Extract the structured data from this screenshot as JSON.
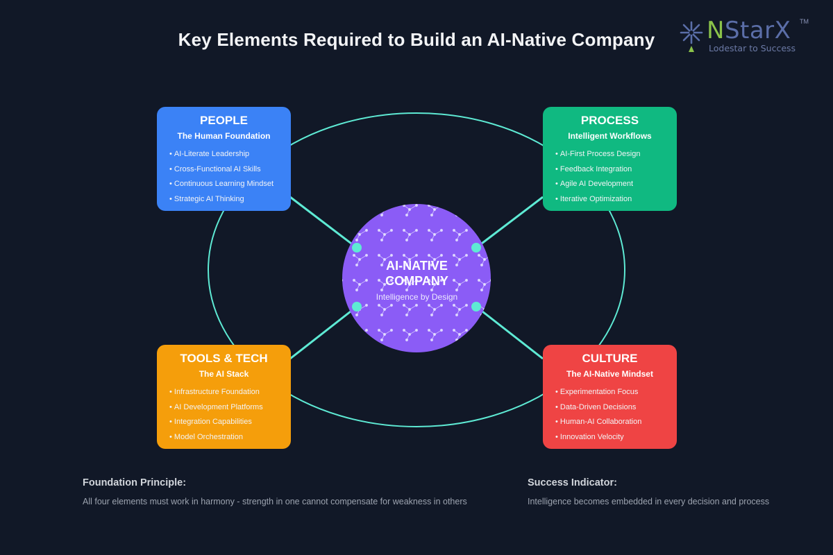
{
  "title": "Key Elements Required to Build an AI-Native Company",
  "logo": {
    "name_first": "N",
    "name_rest": "StarX",
    "trademark": "TM",
    "tagline": "Lodestar to Success"
  },
  "center": {
    "title_line1": "AI-NATIVE",
    "title_line2": "COMPANY",
    "subtitle": "Intelligence by Design"
  },
  "cards": {
    "people": {
      "title": "PEOPLE",
      "subtitle": "The Human Foundation",
      "color": "#3b82f6",
      "items": [
        "AI-Literate Leadership",
        "Cross-Functional AI Skills",
        "Continuous Learning Mindset",
        "Strategic AI Thinking"
      ]
    },
    "process": {
      "title": "PROCESS",
      "subtitle": "Intelligent Workflows",
      "color": "#10b981",
      "items": [
        "AI-First Process Design",
        "Feedback Integration",
        "Agile AI Development",
        "Iterative Optimization"
      ]
    },
    "tools": {
      "title": "TOOLS & TECH",
      "subtitle": "The AI Stack",
      "color": "#f59e0b",
      "items": [
        "Infrastructure Foundation",
        "AI Development Platforms",
        "Integration Capabilities",
        "Model Orchestration"
      ]
    },
    "culture": {
      "title": "CULTURE",
      "subtitle": "The AI-Native Mindset",
      "color": "#ef4444",
      "items": [
        "Experimentation Focus",
        "Data-Driven Decisions",
        "Human-AI Collaboration",
        "Innovation Velocity"
      ]
    }
  },
  "footer": {
    "left": {
      "heading": "Foundation Principle:",
      "text": "All four elements must work in harmony - strength in one cannot compensate for weakness in others"
    },
    "right": {
      "heading": "Success Indicator:",
      "text": "Intelligence becomes embedded in every decision and process"
    }
  },
  "colors": {
    "background": "#111827",
    "connector": "#5eead4",
    "center": "#8b5cf6"
  }
}
